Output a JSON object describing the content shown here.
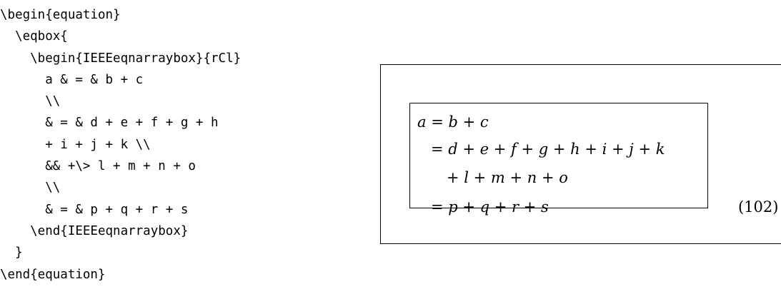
{
  "code": {
    "lines": [
      "\\begin{equation}",
      "  \\eqbox{",
      "    \\begin{IEEEeqnarraybox}{rCl}",
      "      a & = & b + c",
      "      \\\\",
      "      & = & d + e + f + g + h",
      "      + i + j + k \\\\",
      "      && +\\> l + m + n + o",
      "      \\\\",
      "      & = & p + q + r + s",
      "    \\end{IEEEeqnarraybox}",
      "  }",
      "\\end{equation}"
    ]
  },
  "rendered": {
    "lines": [
      "a = b + c",
      "= d + e + f + g + h + i + j + k",
      "+ l + m + n + o",
      "= p + q + r + s"
    ],
    "equation_number": "(102)"
  }
}
